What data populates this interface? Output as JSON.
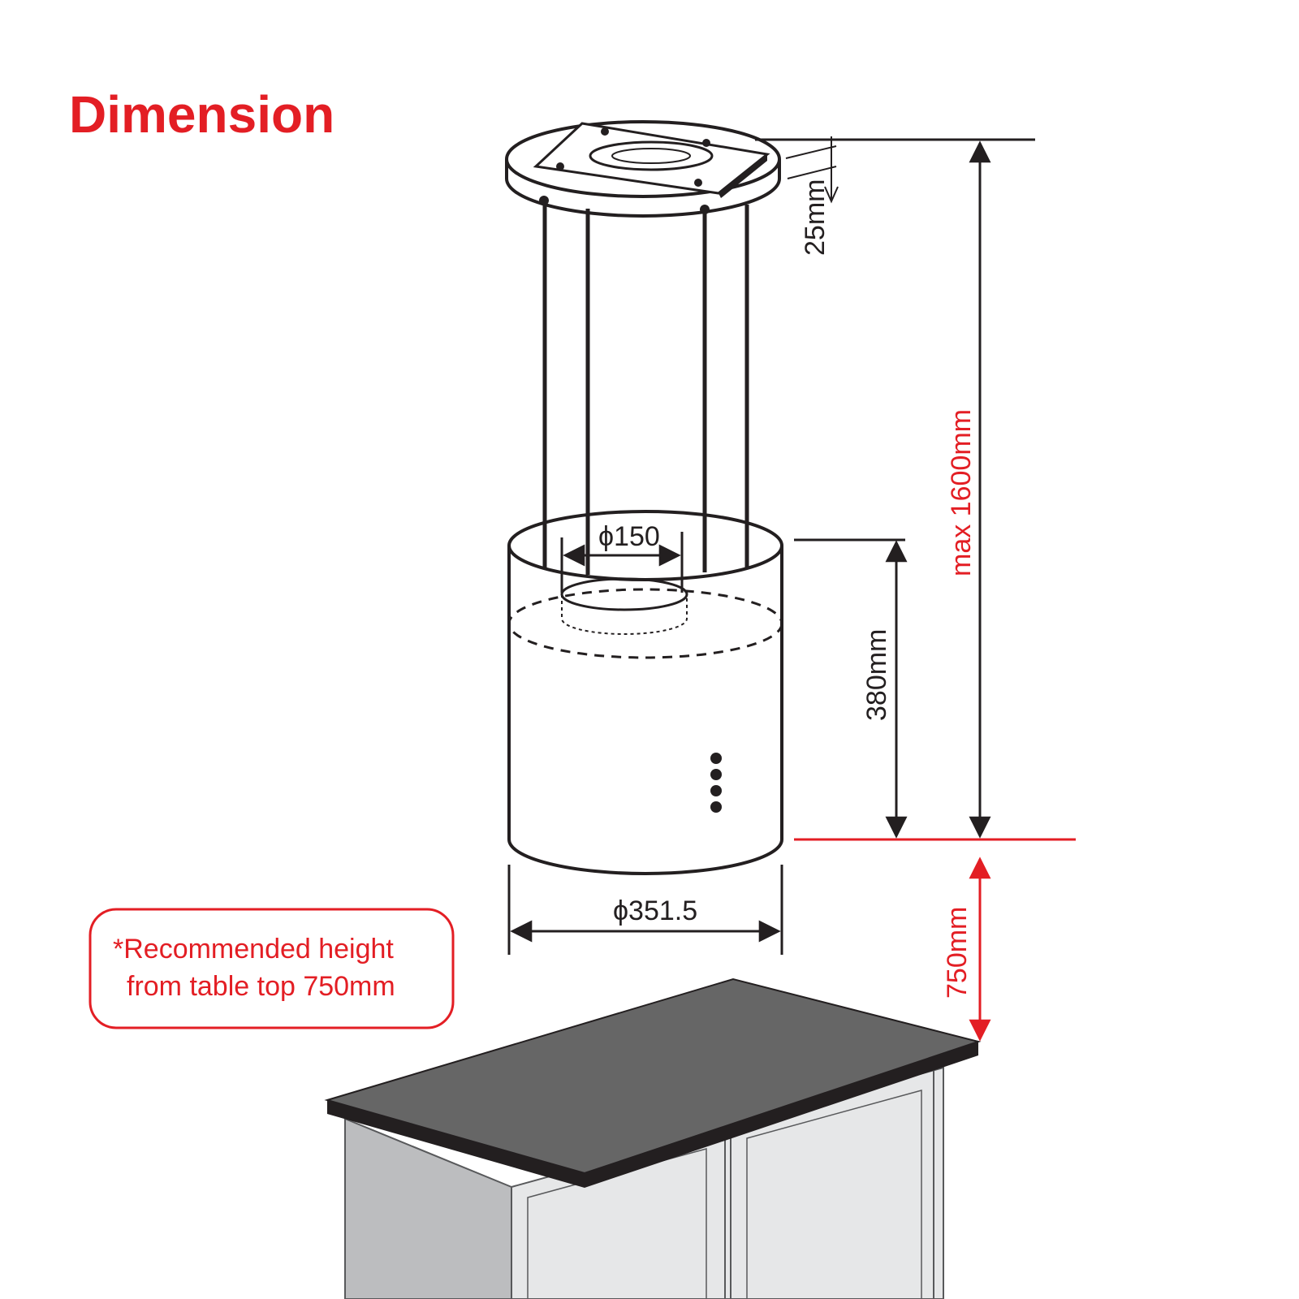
{
  "title": "Dimension",
  "dimensions": {
    "ceiling_plate_thickness": "25mm",
    "max_height": "max 1600mm",
    "hood_body_height": "380mm",
    "duct_diameter": "ϕ150",
    "body_diameter": "ϕ351.5",
    "table_clearance": "750mm"
  },
  "note": {
    "line1": "*Recommended height",
    "line2": "from table top 750mm"
  },
  "colors": {
    "accent": "#e31e24",
    "line": "#231f20",
    "counter_top": "#666666",
    "cabinet_side": "#bcbdbf",
    "cabinet_front": "#e6e7e8"
  }
}
